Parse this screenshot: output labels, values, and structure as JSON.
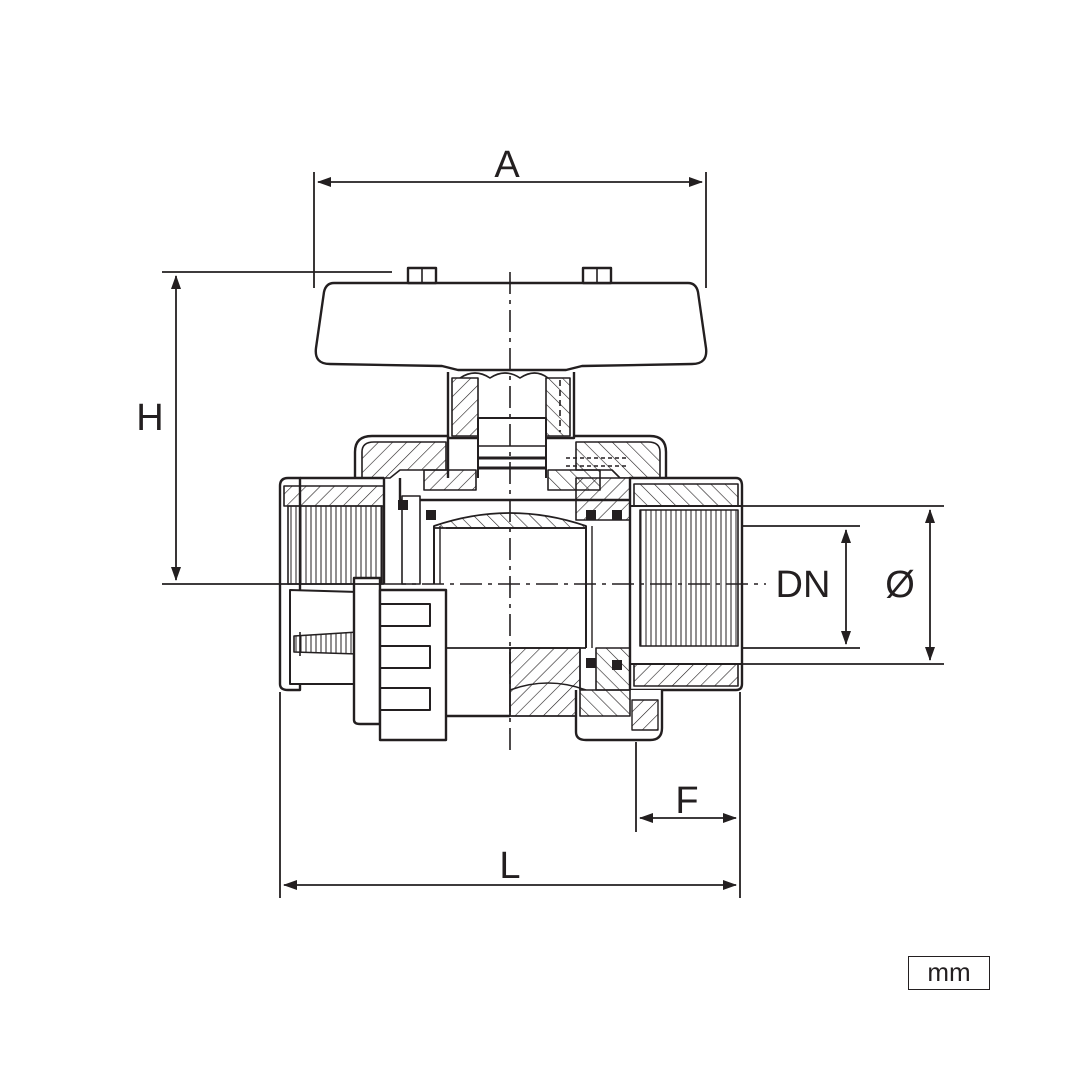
{
  "drawing": {
    "labels": {
      "A": "A",
      "H": "H",
      "DN": "DN",
      "diameter": "Ø",
      "F": "F",
      "L": "L"
    },
    "unit": "mm",
    "colors": {
      "ink": "#231f20",
      "background": "#ffffff"
    }
  }
}
